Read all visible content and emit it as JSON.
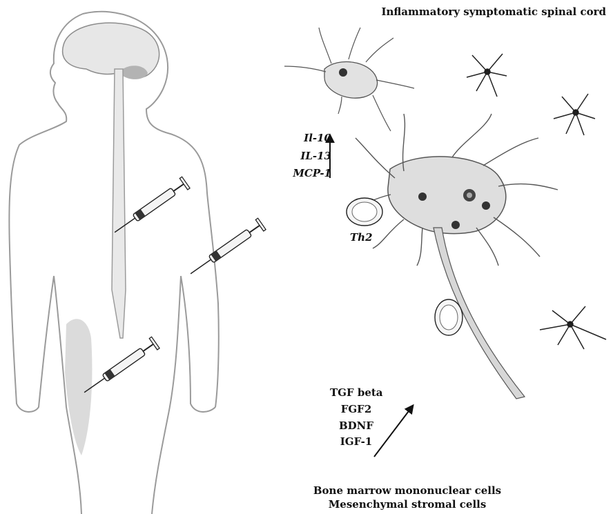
{
  "figure": {
    "title": "Inflammatory symptomatic spinal cord",
    "cytokines": [
      "Il-10",
      "IL-13",
      "MCP-1"
    ],
    "th2_label": "Th2",
    "growth_factors": [
      "TGF beta",
      "FGF2",
      "BDNF",
      "IGF-1"
    ],
    "cell_sources": [
      "Bone marrow mononuclear cells",
      "Mesenchymal stromal cells"
    ]
  }
}
